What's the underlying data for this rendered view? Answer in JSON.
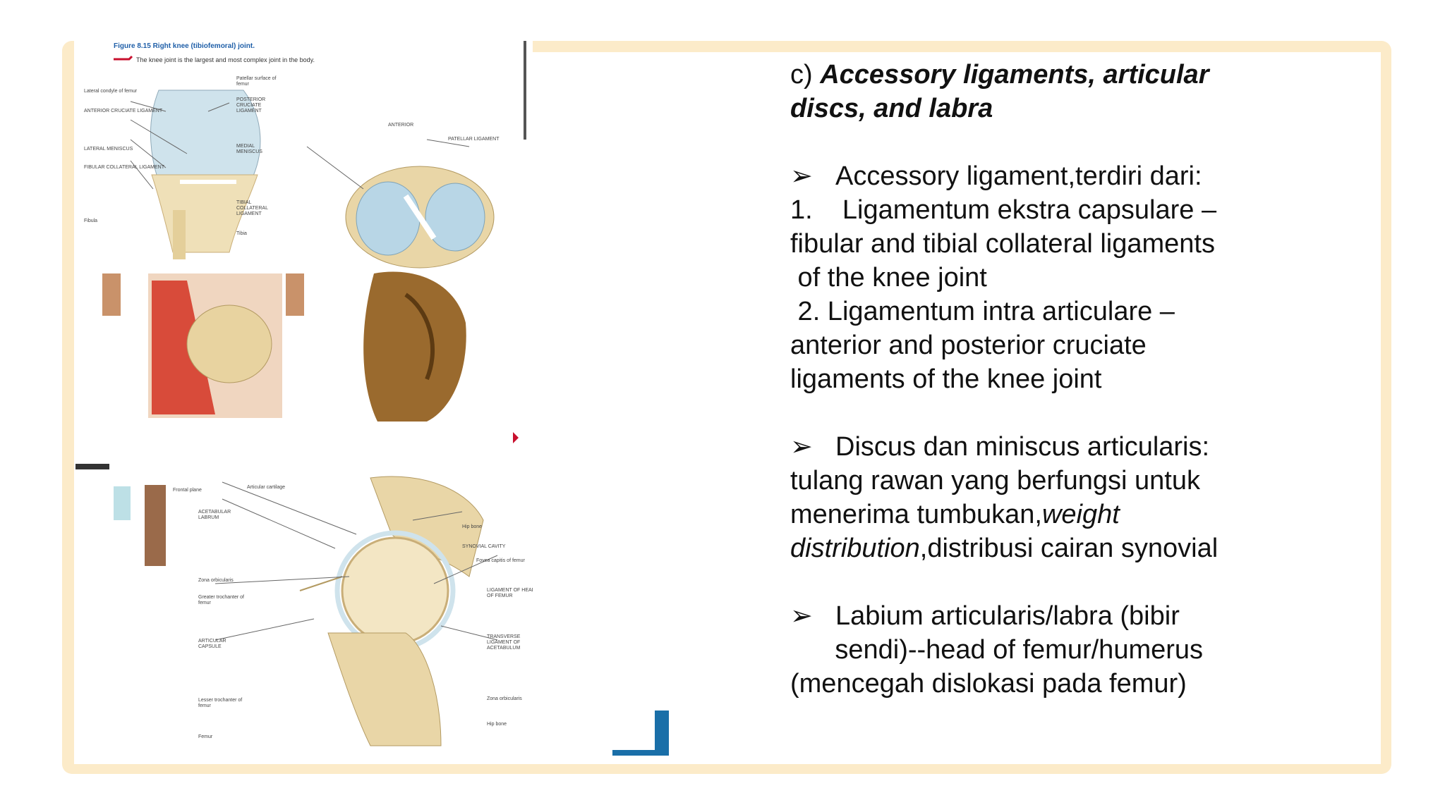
{
  "heading": {
    "prefix": "c) ",
    "title_line1": "Accessory ligaments, articular",
    "title_line2": "discs, and labra"
  },
  "bullets": [
    {
      "arrow": "➢",
      "lines": [
        "Accessory ligament,terdiri dari:",
        "1.    Ligamentum ekstra capsulare –",
        "fibular and tibial collateral ligaments",
        " of the knee joint",
        " 2. Ligamentum intra articulare –",
        "anterior and posterior cruciate",
        "ligaments of the knee joint"
      ]
    },
    {
      "arrow": "➢",
      "lines_head": "Discus dan miniscus articularis:",
      "line2": "tulang rawan yang berfungsi untuk",
      "line3_a": "menerima tumbukan,",
      "line3_b": "weight",
      "line4_a": "distribution",
      "line4_b": ",distribusi cairan synovial"
    },
    {
      "arrow": "➢",
      "lines": [
        "Labium articularis/labra (bibir",
        "      sendi)--head of femur/humerus",
        "(mencegah dislokasi pada femur)"
      ]
    }
  ],
  "figure": {
    "caption": "Figure 8.15  Right knee (tibiofemoral) joint.",
    "subcaption": "The knee joint is the largest and most complex joint in the body.",
    "labels": {
      "lateral_condyle": "Lateral condyle of femur",
      "acl": "ANTERIOR CRUCIATE LIGAMENT",
      "lateral_meniscus": "LATERAL MENISCUS",
      "fibular_collateral": "FIBULAR COLLATERAL LIGAMENT",
      "fibula": "Fibula",
      "patellar_surface": "Patellar surface of femur",
      "pcl": "POSTERIOR CRUCIATE LIGAMENT",
      "medial_meniscus": "MEDIAL MENISCUS",
      "tibial_collateral": "TIBIAL COLLATERAL LIGAMENT",
      "tibia": "Tibia",
      "patellar_ligament": "PATELLAR LIGAMENT",
      "anterior": "ANTERIOR",
      "frontal_plane": "Frontal plane",
      "articular_cartilage": "Articular cartilage",
      "acetabular_labrum": "ACETABULAR LABRUM",
      "hip_bone": "Hip bone",
      "synovial_cavity": "SYNOVIAL CAVITY",
      "fovea_capitis": "Fovea capitis of femur",
      "zona_orbicularis": "Zona orbicularis",
      "greater_trochanter": "Greater trochanter of femur",
      "ligament_head": "LIGAMENT OF HEAD OF FEMUR",
      "articular_capsule": "ARTICULAR CAPSULE",
      "transverse_ligament": "TRANSVERSE LIGAMENT OF ACETABULUM",
      "lesser_trochanter": "Lesser trochanter of femur",
      "femur": "Femur",
      "zona_orbicularis_2": "Zona orbicularis",
      "hip_bone_2": "Hip bone"
    }
  },
  "colors": {
    "frame": "#fcebc9",
    "caption_blue": "#1f5fa8",
    "accent_red": "#c8102e"
  }
}
